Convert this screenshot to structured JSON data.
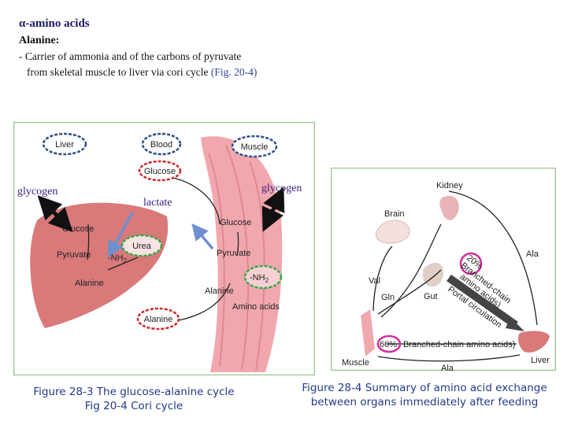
{
  "heading": "α-amino acids",
  "subheading": "Alanine:",
  "bullet_line1": "- Carrier of ammonia and of the carbons of pyruvate",
  "bullet_line2": "from skeletal muscle to liver via cori cycle",
  "bullet_ref": "(Fig. 20-4)",
  "left_figure": {
    "liver": "Liver",
    "blood": "Blood",
    "muscle": "Muscle",
    "glucose_top": "Glucose",
    "glucose_liver": "Glucose",
    "pyruvate_liver": "Pyruvate",
    "nh2_liver": "-NH",
    "nh2_liver_sub": "2",
    "urea": "Urea",
    "alanine_liver": "Alanine",
    "alanine_blood": "Alanine",
    "glucose_muscle": "Glucose",
    "pyruvate_muscle": "Pyruvate",
    "nh2_muscle": "-NH",
    "nh2_muscle_sub": "2",
    "alanine_muscle": "Alanine",
    "amino_acids": "Amino acids"
  },
  "overlay": {
    "glycogen_left": "glycogen",
    "lactate": "lactate",
    "glycogen_right": "glycogen"
  },
  "right_figure": {
    "kidney": "Kidney",
    "brain": "Brain",
    "ala_top": "Ala",
    "val": "Val",
    "gln": "Gln",
    "gut": "Gut",
    "pct20": "20%",
    "branched1": "Branched-chain",
    "branched2": "amino acids)",
    "portal": "Portal circulation",
    "pct60": "60%",
    "branched_bottom": "Branched-chain amino acids)",
    "muscle": "Muscle",
    "ala_bottom": "Ala",
    "liver": "Liver"
  },
  "captions": {
    "left_line1": "Figure 28-3 The glucose-alanine cycle",
    "left_line2": "Fig 20-4 Cori cycle",
    "right_line1": "Figure 28-4 Summary of amino acid exchange",
    "right_line2": "between organs immediately after feeding"
  },
  "colors": {
    "liver_fill": "#d9797a",
    "muscle_fill": "#f0a8ae",
    "blue_circle": "#2d4f8f",
    "red_circle": "#cc2a2a",
    "green_circle": "#34a84a",
    "magenta_circle": "#d22f9a",
    "arrow_blue": "#6f8fd0"
  }
}
